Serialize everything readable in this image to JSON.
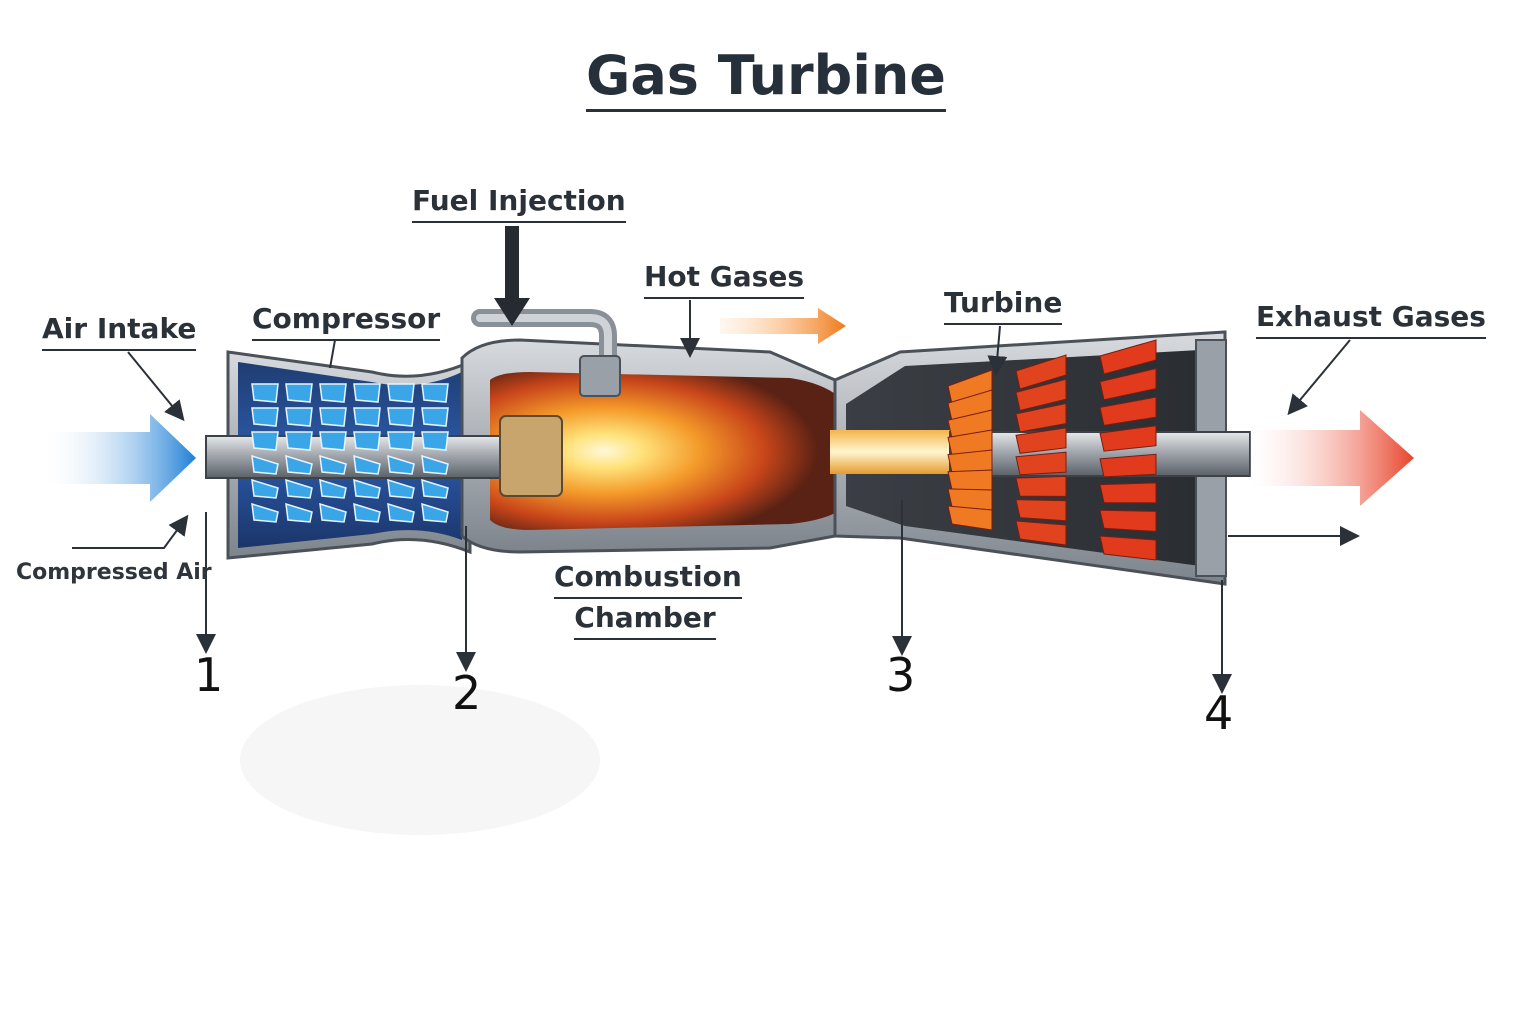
{
  "title": "Gas Turbine",
  "labels": {
    "air_intake": "Air Intake",
    "compressor": "Compressor",
    "fuel_injection": "Fuel Injection",
    "hot_gases": "Hot Gases",
    "turbine": "Turbine",
    "exhaust_gases": "Exhaust Gases",
    "compressed_air": "Compressed Air",
    "combustion_chamber_line1": "Combustion",
    "combustion_chamber_line2": "Chamber"
  },
  "stations": [
    "1",
    "2",
    "3",
    "4"
  ],
  "colors": {
    "intake_arrow": "#1f7fd6",
    "compressor_blades": "#3aa6e8",
    "flame": "#f28a1e",
    "turbine_blades": "#e23a1c",
    "exhaust_arrow": "#e8432a",
    "casing": "#5a626b"
  }
}
